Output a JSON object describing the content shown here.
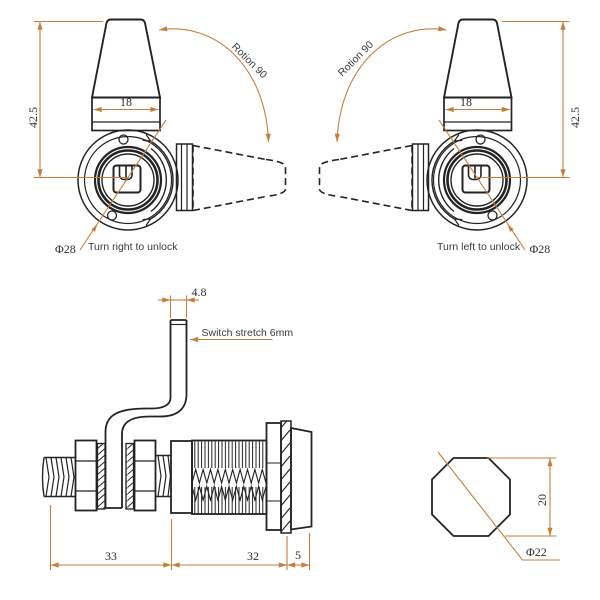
{
  "drawing": {
    "type": "cam-lock technical drawing",
    "colors": {
      "line": "#232323",
      "dimension": "#c87e3a",
      "text": "#2e2e2e"
    },
    "front_right_unlock": {
      "height_dim": "42.5",
      "width_dim": "18",
      "rotation_label": "Rotion 90",
      "diameter_label": "Φ28",
      "instruction": "Turn right to unlock"
    },
    "front_left_unlock": {
      "height_dim": "42.5",
      "width_dim": "18",
      "rotation_label": "Rotion 90",
      "diameter_label": "Φ28",
      "instruction": "Turn left to unlock"
    },
    "side_view": {
      "tip_width_dim": "4.8",
      "switch_note": "Switch stretch 6mm",
      "body_dims": [
        "33",
        "32",
        "5"
      ]
    },
    "cam_section": {
      "height_dim": "20",
      "diameter_label": "Φ22"
    }
  }
}
